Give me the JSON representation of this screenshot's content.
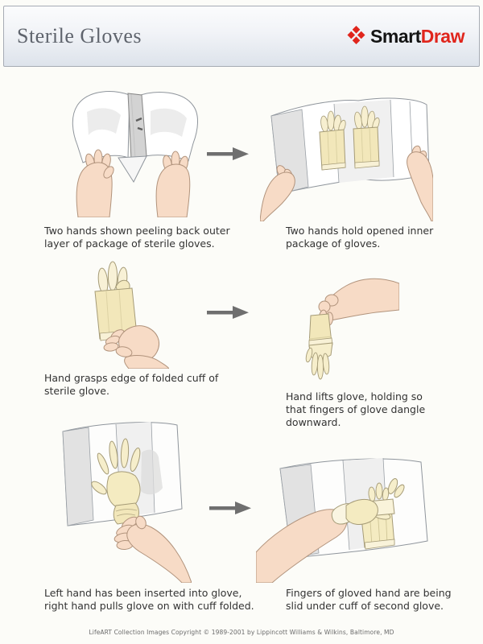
{
  "header": {
    "title": "Sterile Gloves",
    "logo": {
      "icon": "smartdraw-diamond-icon",
      "text_smart": "Smart",
      "text_draw": "Draw"
    }
  },
  "steps": [
    {
      "caption": "Two hands shown peeling back outer\nlayer of package of sterile gloves.",
      "illustration": "two-hands-peeling-outer-package"
    },
    {
      "caption": "Two hands hold opened inner\npackage of gloves.",
      "illustration": "two-hands-holding-opened-inner-package"
    },
    {
      "caption": "Hand grasps edge of folded cuff of\nsterile glove.",
      "illustration": "hand-grasping-folded-cuff"
    },
    {
      "caption": "Hand lifts glove, holding so\nthat fingers of glove dangle\ndownward.",
      "illustration": "hand-lifting-glove-fingers-dangling"
    },
    {
      "caption": "Left hand has been inserted into glove,\nright hand pulls glove on with cuff folded.",
      "illustration": "left-hand-in-glove-right-hand-pulling"
    },
    {
      "caption": "Fingers of gloved hand are being\nslid under cuff of second glove.",
      "illustration": "gloved-fingers-under-cuff-of-second-glove"
    }
  ],
  "footer": {
    "copyright": "LifeART Collection Images Copyright © 1989-2001 by Lippincott Williams & Wilkins, Baltimore, MD"
  },
  "colors": {
    "logo_red": "#e0251c",
    "title_gray": "#5f646d",
    "glove_cream": "#f2e7ba",
    "skin": "#f7dbc6",
    "arrow_gray": "#6f6f6f",
    "header_gradient_bottom": "#dde3eb"
  }
}
